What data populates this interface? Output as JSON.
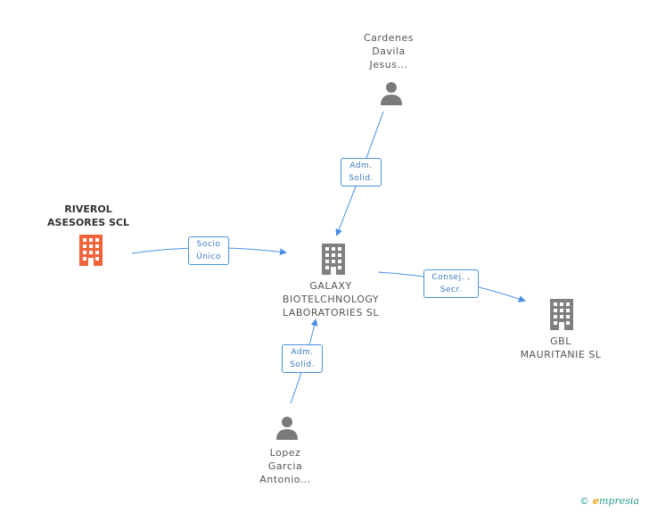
{
  "nodes": {
    "cardenes": {
      "lines": [
        "Cardenes",
        "Davila",
        "Jesus..."
      ],
      "type": "person",
      "icon": "person-icon"
    },
    "riverol": {
      "lines": [
        "RIVEROL",
        "ASESORES SCL"
      ],
      "type": "company-highlight",
      "icon": "building-icon"
    },
    "galaxy": {
      "lines": [
        "GALAXY",
        "BIOTELCHNOLOGY",
        "LABORATORIES SL"
      ],
      "type": "company",
      "icon": "building-icon"
    },
    "gbl": {
      "lines": [
        "GBL",
        "MAURITANIE SL"
      ],
      "type": "company",
      "icon": "building-icon"
    },
    "lopez": {
      "lines": [
        "Lopez",
        "Garcia",
        "Antonio..."
      ],
      "type": "person",
      "icon": "person-icon"
    }
  },
  "edges": {
    "cardenes_galaxy": {
      "lines": [
        "Adm.",
        "Solid."
      ]
    },
    "riverol_galaxy": {
      "lines": [
        "Socio",
        "Único"
      ]
    },
    "galaxy_gbl": {
      "lines": [
        "Consej. ,",
        "Secr."
      ]
    },
    "lopez_galaxy": {
      "lines": [
        "Adm.",
        "Solid."
      ]
    }
  },
  "colors": {
    "edge": "#4a90e2",
    "company": "#808080",
    "highlight": "#f0643c",
    "person": "#7a7a7a"
  },
  "brand": {
    "copyright": "©",
    "name_first": "e",
    "name_rest": "mpresia"
  }
}
